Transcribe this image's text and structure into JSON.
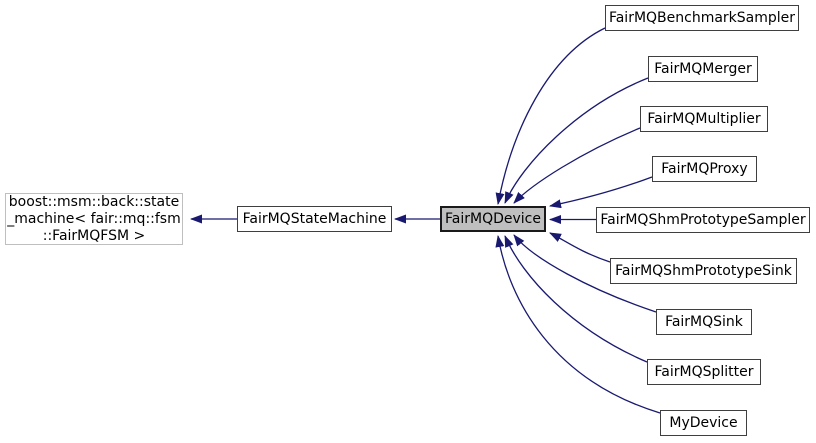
{
  "diagram": {
    "type": "class-inheritance-graph",
    "arrow_color": "#191970",
    "current_node_fill": "#bfbfbf",
    "external_node_border": "#bfbfbf",
    "nodes": {
      "external_base": {
        "label": "boost::msm::back::state_machine< fair::mq::fsm ::FairMQFSM >",
        "lines": [
          "boost::msm::back::state",
          "_machine< fair::mq::fsm",
          "::FairMQFSM >"
        ]
      },
      "base": {
        "label": "FairMQStateMachine"
      },
      "current": {
        "label": "FairMQDevice"
      },
      "derived": [
        {
          "label": "FairMQBenchmarkSampler"
        },
        {
          "label": "FairMQMerger"
        },
        {
          "label": "FairMQMultiplier"
        },
        {
          "label": "FairMQProxy"
        },
        {
          "label": "FairMQShmPrototypeSampler"
        },
        {
          "label": "FairMQShmPrototypeSink"
        },
        {
          "label": "FairMQSink"
        },
        {
          "label": "FairMQSplitter"
        },
        {
          "label": "MyDevice"
        }
      ]
    },
    "edges": [
      {
        "from": "FairMQStateMachine",
        "to": "boost::msm::back::state_machine< fair::mq::fsm ::FairMQFSM >",
        "relation": "inherits"
      },
      {
        "from": "FairMQDevice",
        "to": "FairMQStateMachine",
        "relation": "inherits"
      },
      {
        "from": "FairMQBenchmarkSampler",
        "to": "FairMQDevice",
        "relation": "inherits"
      },
      {
        "from": "FairMQMerger",
        "to": "FairMQDevice",
        "relation": "inherits"
      },
      {
        "from": "FairMQMultiplier",
        "to": "FairMQDevice",
        "relation": "inherits"
      },
      {
        "from": "FairMQProxy",
        "to": "FairMQDevice",
        "relation": "inherits"
      },
      {
        "from": "FairMQShmPrototypeSampler",
        "to": "FairMQDevice",
        "relation": "inherits"
      },
      {
        "from": "FairMQShmPrototypeSink",
        "to": "FairMQDevice",
        "relation": "inherits"
      },
      {
        "from": "FairMQSink",
        "to": "FairMQDevice",
        "relation": "inherits"
      },
      {
        "from": "FairMQSplitter",
        "to": "FairMQDevice",
        "relation": "inherits"
      },
      {
        "from": "MyDevice",
        "to": "FairMQDevice",
        "relation": "inherits"
      }
    ]
  }
}
